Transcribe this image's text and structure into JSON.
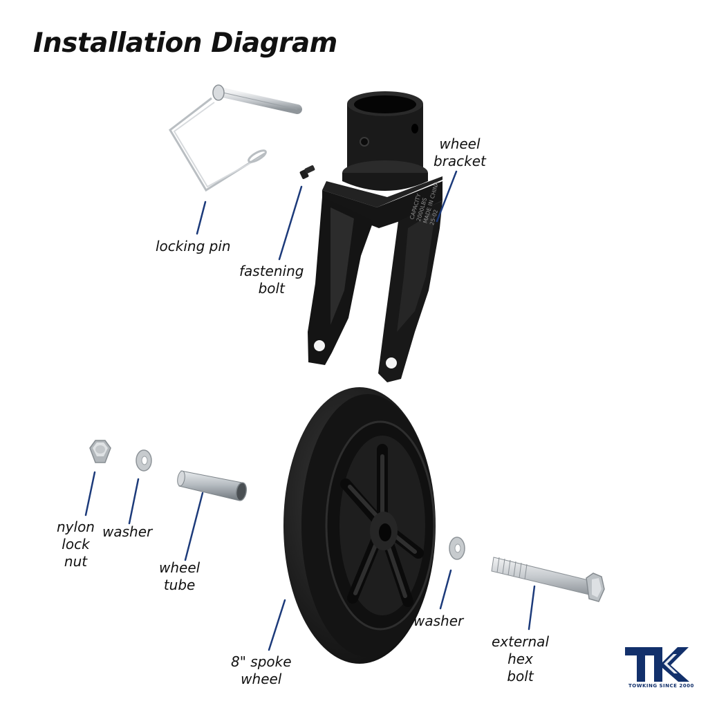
{
  "title": "Installation Diagram",
  "labels": {
    "locking_pin": "locking pin",
    "fastening_bolt": "fastening\nbolt",
    "wheel_bracket": "wheel\nbracket",
    "nylon_lock_nut": "nylon\nlock\nnut",
    "washer_left": "washer",
    "wheel_tube": "wheel\ntube",
    "spoke_wheel": "8\" spoke\nwheel",
    "washer_right": "washer",
    "external_hex_bolt": "external\nhex\nbolt"
  },
  "bracket_stamp": [
    "CAPACITY",
    "2000LBS",
    "MADE IN CHINA",
    "25-02"
  ],
  "logo": {
    "letters": "TK",
    "tagline": "TOWKING SINCE 2000"
  },
  "colors": {
    "leader_line": "#1c3a7a",
    "brand_navy": "#12306b",
    "part_black": "#1b1b1b",
    "metal": "#c9cdd1"
  }
}
